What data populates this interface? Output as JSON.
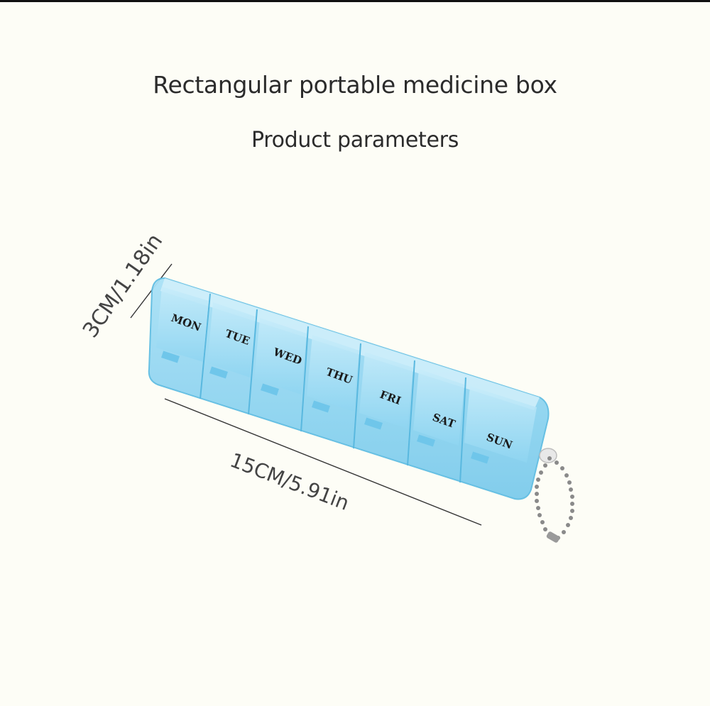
{
  "title": "Rectangular portable medicine box",
  "subtitle": "Product parameters",
  "dimensions": {
    "height": "3CM/1.18in",
    "length": "15CM/5.91in"
  },
  "days": [
    "MON",
    "TUE",
    "WED",
    "THU",
    "FRI",
    "SAT",
    "SUN"
  ],
  "colors": {
    "background": "#fdfdf6",
    "box_blue": "#9fdcf3",
    "box_edge": "#6cc4e8",
    "text": "#2b2b2b",
    "chain": "#8a8a8a"
  },
  "icons": [
    "keychain-ball-chain-icon"
  ]
}
